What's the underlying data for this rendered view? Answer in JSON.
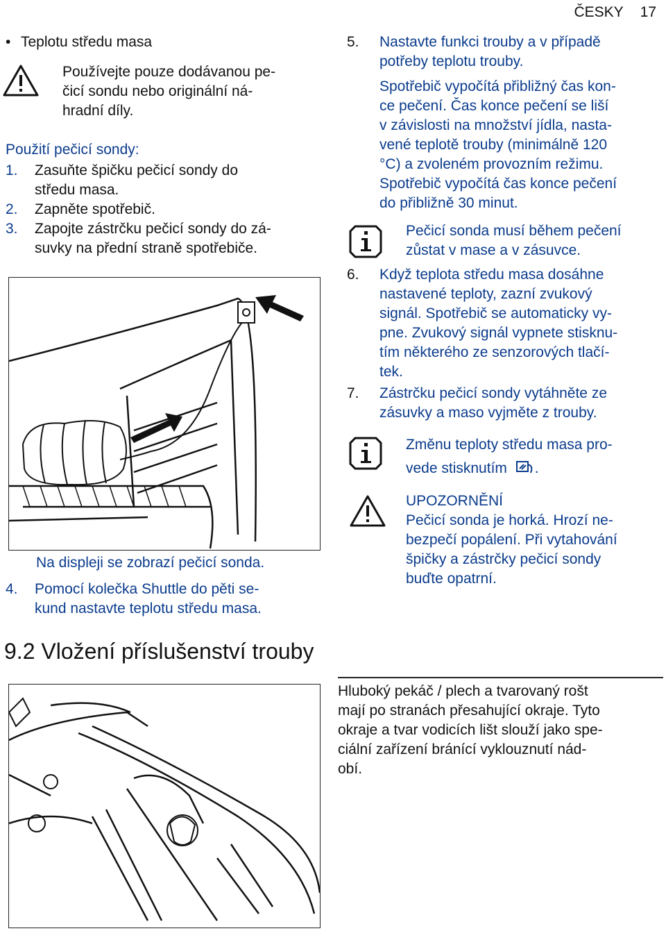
{
  "header": {
    "language": "ČESKY",
    "page_number": "17"
  },
  "left": {
    "bullet_text": "Teplotu středu masa",
    "warning1_lines": [
      "Používejte pouze dodávanou pe-",
      "čicí sondu nebo originální ná-",
      "hradní díly."
    ],
    "section_heading": "Použití pečicí sondy:",
    "steps": [
      {
        "num": "1.",
        "lines": [
          "Zasuňte špičku pečicí sondy do",
          "středu masa."
        ]
      },
      {
        "num": "2.",
        "lines": [
          "Zapněte spotřebič."
        ]
      },
      {
        "num": "3.",
        "lines": [
          "Zapojte zástrčku pečicí sondy do zá-",
          "suvky na přední straně spotřebiče."
        ]
      }
    ],
    "display_note": "Na displeji se zobrazí pečicí sonda.",
    "step4": {
      "num": "4.",
      "lines": [
        "Pomocí kolečka Shuttle do pěti se-",
        "kund nastavte teplotu středu masa."
      ]
    }
  },
  "right": {
    "step5": {
      "num": "5.",
      "lines": [
        "Nastavte funkci trouby a v případě",
        "potřeby teplotu trouby."
      ]
    },
    "step5_para": [
      "Spotřebič vypočítá přibližný čas kon-",
      "ce pečení. Čas konce pečení se liší",
      "v závislosti na množství jídla, nasta-",
      "vené teplotě trouby (minimálně 120",
      "°C) a zvoleném provozním režimu.",
      "Spotřebič vypočítá čas konce pečení",
      "do přibližně 30 minut."
    ],
    "info1_lines": [
      "Pečicí sonda musí během pečení",
      "zůstat v mase a v zásuvce."
    ],
    "step6": {
      "num": "6.",
      "lines": [
        "Když teplota středu masa dosáhne",
        "nastavené teploty, zazní zvukový",
        "signál. Spotřebič se automaticky vy-",
        "pne. Zvukový signál vypnete stisknu-",
        "tím některého ze senzorových tlačí-",
        "tek."
      ]
    },
    "step7": {
      "num": "7.",
      "lines": [
        "Zástrčku pečicí sondy vytáhněte ze",
        "zásuvky a maso vyjměte z trouby."
      ]
    },
    "info2_lines": [
      "Změnu teploty středu masa pro-",
      "vede stisknutím"
    ],
    "info2_tail": ".",
    "caution_title": "UPOZORNĚNÍ",
    "caution_lines": [
      "Pečicí sonda je horká. Hrozí ne-",
      "bezpečí popálení. Při vytahování",
      "špičky a zástrčky pečicí sondy",
      "buďte opatrní."
    ]
  },
  "section2": {
    "number": "9.2",
    "title": "Vložení příslušenství trouby",
    "para_lines": [
      "Hluboký pekáč / plech a tvarovaný rošt",
      "mají po stranách přesahující okraje. Tyto",
      "okraje a tvar vodicích lišt slouží jako spe-",
      "ciální zařízení bránící vyklouznutí nád-",
      "obí."
    ]
  },
  "icons": {
    "warning": "warning-triangle-icon",
    "info": "info-icon",
    "probe_button": "probe-button-icon"
  }
}
